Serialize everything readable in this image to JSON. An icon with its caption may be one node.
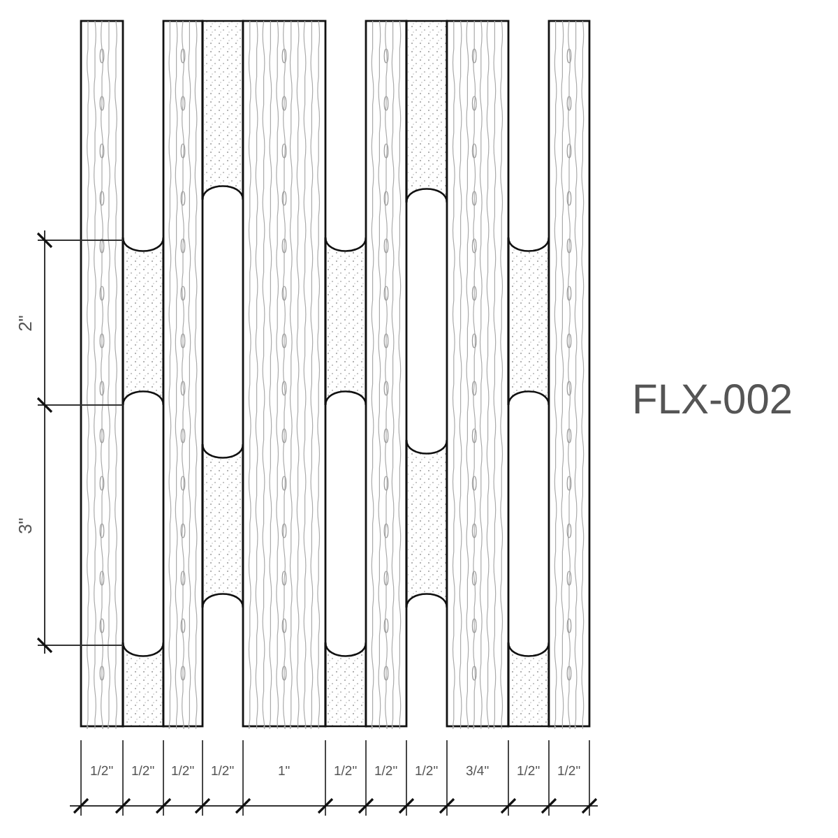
{
  "diagram": {
    "labels": [
      "2\"",
      "FLX-002",
      "3\"",
      "1/2\"",
      "1/2\"",
      "1/2\"",
      "1/2\"",
      "1\"",
      "1/2\"",
      "1/2\"",
      "1/2\"",
      "3/4\"",
      "1/2\"",
      "1/2\""
    ]
  }
}
